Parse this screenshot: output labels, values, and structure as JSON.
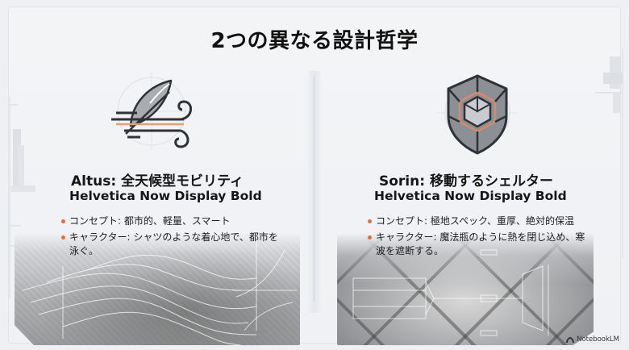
{
  "slide": {
    "title": "2つの異なる設計哲学",
    "accent_color": "#e0703a"
  },
  "panels": [
    {
      "id": "altus",
      "icon": "feather-wind-icon",
      "heading": "Altus: 全天候型モビリティ",
      "font_label": "Helvetica Now Display Bold",
      "bullets": [
        "コンセプト: 都市的、軽量、スマート",
        "キャラクター: シャツのような着心地で、都市を泳ぐ。"
      ],
      "texture": "airflow-lines"
    },
    {
      "id": "sorin",
      "icon": "shield-cube-icon",
      "heading": "Sorin: 移動するシェルター",
      "font_label": "Helvetica Now Display Bold",
      "bullets": [
        "コンセプト: 極地スペック、重厚、絶対的保温",
        "キャラクター: 魔法瓶のように熱を閉じ込め、寒波を遮断する。"
      ],
      "texture": "quilted-insulation"
    }
  ],
  "footer": {
    "brand": "NotebookLM"
  }
}
